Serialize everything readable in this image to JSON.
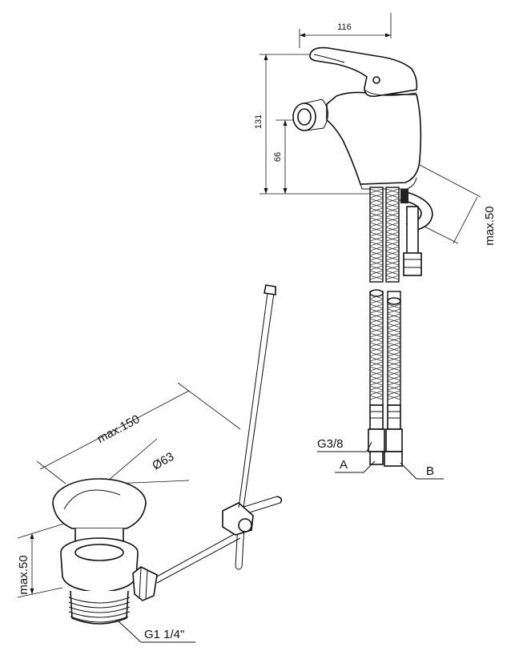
{
  "faucet": {
    "dim_width": "116",
    "dim_height": "131",
    "dim_spout": "66",
    "dim_max": "max.50"
  },
  "connections": {
    "thread": "G3/8",
    "label_a": "A",
    "label_b": "B"
  },
  "drain": {
    "dim_max_length": "max.150",
    "dim_diameter": "Ø63",
    "dim_max_height": "max.50",
    "thread": "G1 1/4\""
  }
}
